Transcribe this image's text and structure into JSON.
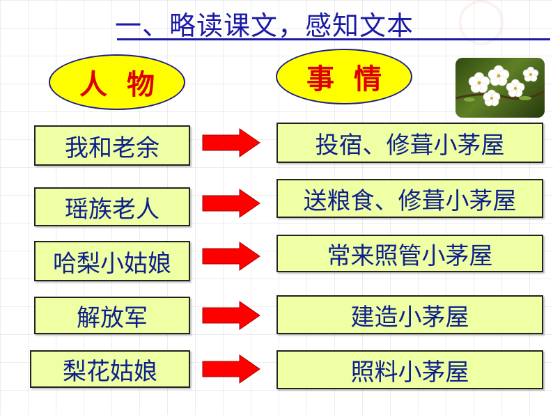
{
  "slide": {
    "title": "一、略读课文，感知文本",
    "headers": {
      "people": "人物",
      "events": "事情"
    },
    "rows": [
      {
        "person": "我和老余",
        "event": "投宿、修葺小茅屋"
      },
      {
        "person": "瑶族老人",
        "event": "送粮食、修葺小茅屋"
      },
      {
        "person": "哈梨小姑娘",
        "event": "常来照管小茅屋"
      },
      {
        "person": "解放军",
        "event": "建造小茅屋"
      },
      {
        "person": "梨花姑娘",
        "event": "照料小茅屋"
      }
    ]
  },
  "colors": {
    "title": "#1a1aa6",
    "ellipse_fill": "#ffff00",
    "ellipse_text": "#dd0000",
    "box_fill": "#eeffa4",
    "box_text": "#0e1f8c",
    "arrow": "#ff0000"
  },
  "icons": {
    "photo": "pear-blossom-photo",
    "arrow": "right-arrow-icon"
  }
}
